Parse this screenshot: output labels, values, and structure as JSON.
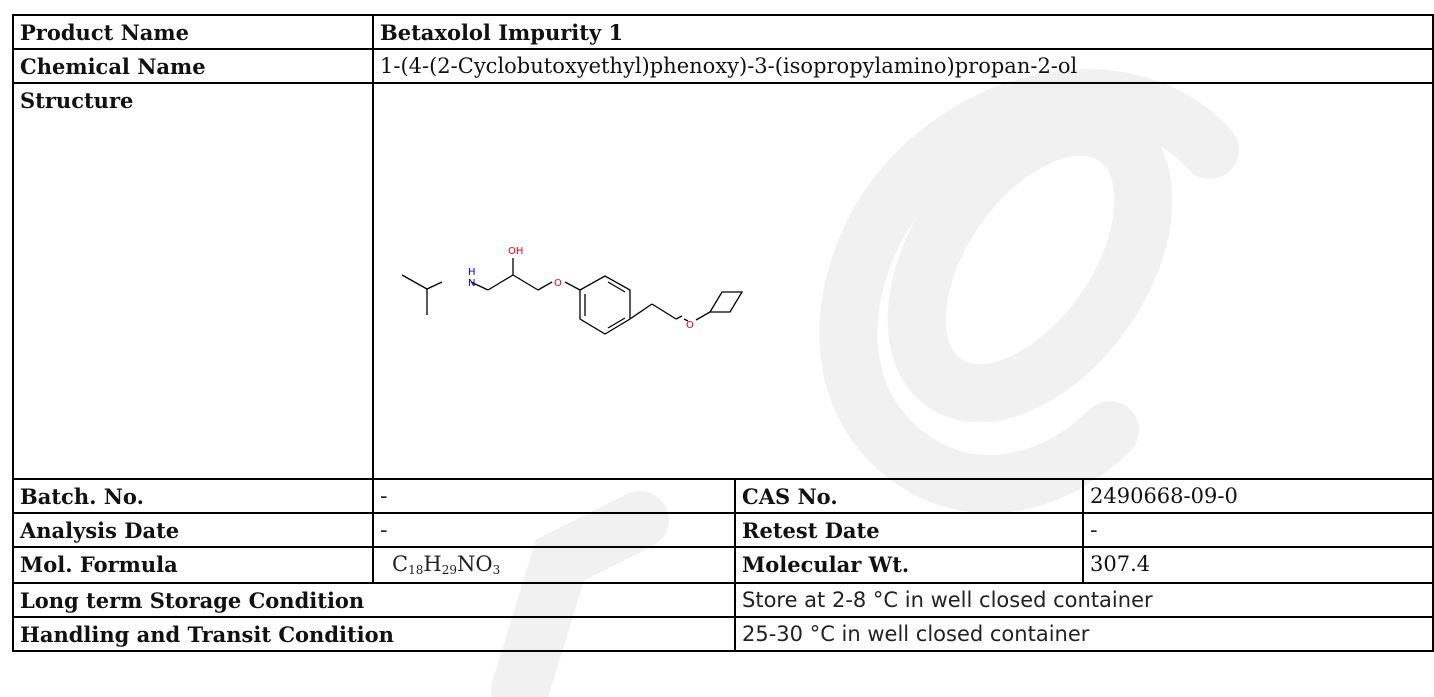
{
  "product": {
    "label": "Product Name",
    "value": "Betaxolol Impurity 1"
  },
  "chemical": {
    "label": "Chemical Name",
    "value": "1-(4-(2-Cyclobutoxyethyl)phenoxy)-3-(isopropylamino)propan-2-ol"
  },
  "structure": {
    "label": "Structure",
    "atoms": {
      "hydroxyl": "OH",
      "amine": "N",
      "amine_h": "H",
      "ether_1": "O",
      "ether_2": "O"
    }
  },
  "batch": {
    "label": "Batch. No.",
    "value": "-"
  },
  "cas": {
    "label": "CAS No.",
    "value": "2490668-09-0"
  },
  "analysis_date": {
    "label": "Analysis Date",
    "value": "-"
  },
  "retest_date": {
    "label": "Retest Date",
    "value": "-"
  },
  "formula": {
    "label": "Mol. Formula",
    "parts": [
      {
        "el": "C",
        "n": "18"
      },
      {
        "el": "H",
        "n": "29"
      },
      {
        "el": "NO",
        "n": "3"
      }
    ]
  },
  "mol_wt": {
    "label": "Molecular Wt.",
    "value": "307.4"
  },
  "storage": {
    "label": "Long term Storage Condition",
    "value": "Store at 2-8 °C in well closed container"
  },
  "transit": {
    "label": "Handling and Transit Condition",
    "value": "25-30 °C in well closed container"
  },
  "colors": {
    "border": "#000000",
    "watermark": "#f2f2f2",
    "oxygen": "#e8000b",
    "nitrogen": "#0000e0"
  }
}
